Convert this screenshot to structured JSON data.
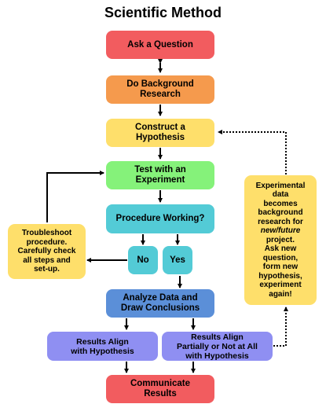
{
  "title": "Scientific Method",
  "steps": {
    "ask": "Ask a Question",
    "research": "Do Background\nResearch",
    "hypothesis": "Construct a\nHypothesis",
    "test": "Test with an\nExperiment",
    "procedure": "Procedure Working?",
    "no": "No",
    "yes": "Yes",
    "analyze": "Analyze Data and\nDraw Conclusions",
    "align": "Results Align\nwith Hypothesis",
    "partial": "Results Align\nPartially or Not at All\nwith Hypothesis",
    "communicate": "Communicate\nResults"
  },
  "notes": {
    "troubleshoot": "Troubleshoot\nprocedure.\nCarefully check\nall steps and\nset-up.",
    "experimental_pre": "Experimental\ndata\nbecomes\nbackground\nresearch for",
    "experimental_italic": "new/future",
    "experimental_post": "project.\nAsk new\nquestion,\nform new\nhypothesis,\nexperiment\nagain!"
  },
  "colors": {
    "red": "#f25c5f",
    "orange": "#f59a4d",
    "yellow": "#fedf6b",
    "green": "#85f27a",
    "teal": "#53cbd6",
    "blue": "#5b8fd8",
    "purple": "#8f8ff2"
  }
}
